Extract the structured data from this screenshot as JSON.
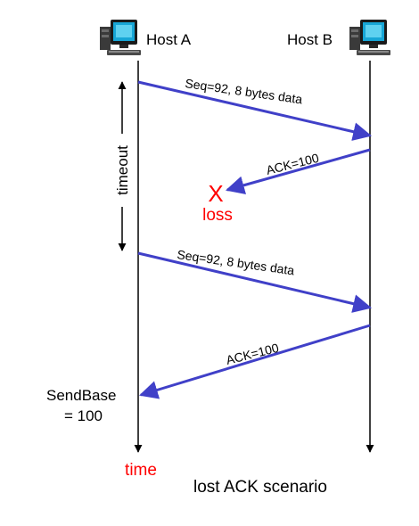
{
  "hosts": {
    "a_label": "Host A",
    "b_label": "Host B",
    "icon": "desktop-computer-icon"
  },
  "messages": {
    "seg1": "Seq=92, 8 bytes data",
    "ack1": "ACK=100",
    "seg2": "Seq=92, 8 bytes data",
    "ack2": "ACK=100"
  },
  "loss": {
    "mark": "X",
    "label": "loss"
  },
  "timeout_label": "timeout",
  "sendbase": {
    "line1": "SendBase",
    "line2": "= 100"
  },
  "time_label": "time",
  "caption": "lost ACK scenario",
  "colors": {
    "arrow": "#4040c8",
    "loss": "#ff0000",
    "timeline": "#000000"
  }
}
